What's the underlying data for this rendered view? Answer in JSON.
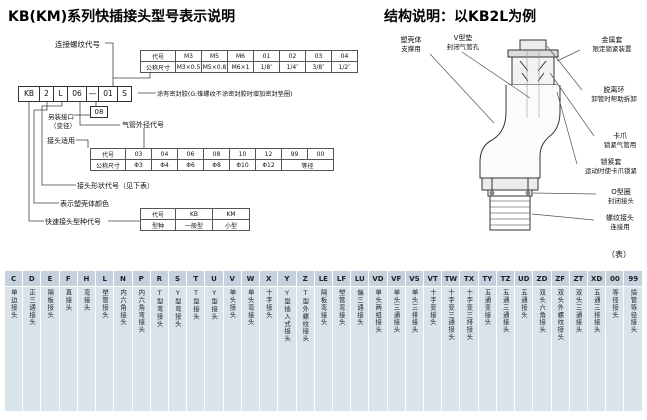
{
  "left": {
    "title": "KB(KM)系列快插接头型号表示说明",
    "model_boxes": [
      "KB",
      "2",
      "L",
      "06",
      "—",
      "01",
      "S"
    ],
    "labels": {
      "thread_code": "连接螺纹代号",
      "sealant_note": "涂有密封胶(G:锥螺纹不涂密封胶时增加密封垫圈)",
      "adapter_code": "08",
      "adapter_line1": "另装接口",
      "adapter_line2": "（变径）",
      "tube_od": "气管外径代号",
      "applicable": "接头适用",
      "shape_code": "接头形状代号（见下表）",
      "color": "表示塑壳体颜色",
      "type_code": "快速接头型种代号"
    },
    "thread_table": {
      "row1_label": "代号",
      "row2_label": "公称尺寸",
      "codes": [
        "M3",
        "M5",
        "M6",
        "01",
        "02",
        "03",
        "04"
      ],
      "sizes": [
        "M3×0.5",
        "M5×0.8",
        "M6×1",
        "1/8″",
        "1/4″",
        "3/8″",
        "1/2″"
      ]
    },
    "tube_table": {
      "row1_label": "代号",
      "row2_label": "公称尺寸",
      "codes": [
        "03",
        "04",
        "06",
        "08",
        "10",
        "12",
        "99",
        "00"
      ],
      "sizes": [
        "Φ3",
        "Φ4",
        "Φ6",
        "Φ8",
        "Φ10",
        "Φ12"
      ],
      "size_last": "等径"
    },
    "type_table": {
      "row1_label": "代号",
      "row2_label": "型种",
      "codes": [
        "KB",
        "KM"
      ],
      "types": [
        "一般型",
        "小型"
      ]
    }
  },
  "right": {
    "title": "结构说明：以KB2L为例",
    "parts": [
      {
        "name": "塑壳体",
        "func": "支撑用"
      },
      {
        "name": "V型垫",
        "func": "封闭气管孔"
      },
      {
        "name": "金属套",
        "func": "限定锁紧装置"
      },
      {
        "name": "脱离环",
        "func": "卸管时帮助拆卸"
      },
      {
        "name": "卡爪",
        "func": "锁紧气管用"
      },
      {
        "name": "锁紧套",
        "func": "运动时使卡爪锁紧"
      },
      {
        "name": "O型圈",
        "func": "封闭接头"
      },
      {
        "name": "螺纹接头",
        "func": "连接用"
      }
    ],
    "note": "（表）"
  },
  "shape_table": {
    "codes": [
      "C",
      "D",
      "E",
      "F",
      "H",
      "L",
      "N",
      "P",
      "R",
      "S",
      "T",
      "U",
      "V",
      "W",
      "X",
      "Y",
      "Z",
      "LE",
      "LF",
      "LU",
      "VD",
      "VF",
      "VS",
      "VT",
      "TW",
      "TX",
      "TY",
      "TZ",
      "UD",
      "ZD",
      "ZF",
      "ZT",
      "XD",
      "00",
      "99"
    ],
    "descriptions": [
      "单边接头",
      "正三通接头",
      "隔板接头",
      "直接头",
      "弯接头",
      "塑管接头",
      "内六角接头",
      "内六角弯接头",
      "T型弯接头",
      "Y型弯接头",
      "T型接头",
      "Y型接头",
      "单头接头",
      "单头弯接头",
      "十字接头",
      "Y型插入式接头",
      "T型外螺纹接头",
      "隔板弯接头",
      "塑管弯接头",
      "偏三通接头",
      "单头两组接头",
      "单头三通接头",
      "单头三排接头",
      "十字变接头",
      "十字变三通接头",
      "十字变三排接头",
      "五通变接头",
      "五通三通接头",
      "五通接头",
      "双头六角接头",
      "双头外螺纹接头",
      "双头三通接头",
      "五通三排接头",
      "等径接头",
      "插管等径接头"
    ]
  },
  "colors": {
    "shape_table_bg": "#d9e3ea",
    "shape_table_header_bg": "#c5d2dd",
    "line_color": "#444"
  }
}
